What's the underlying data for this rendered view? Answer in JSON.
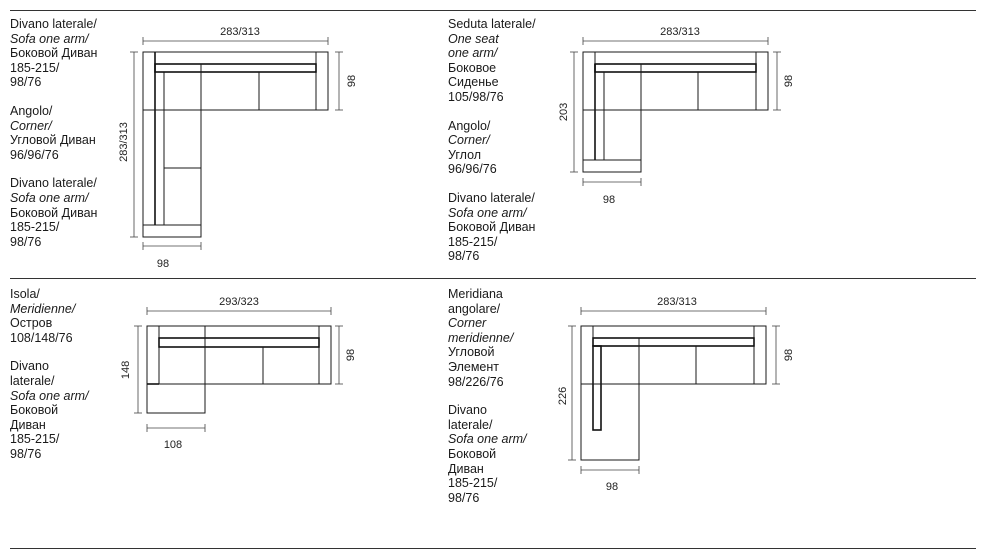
{
  "q1": {
    "items": [
      {
        "it": "Divano laterale/",
        "en": "Sofa one arm/",
        "ru": "Боковой Диван",
        "dims": [
          "185-215/",
          "98/76"
        ]
      },
      {
        "it": "Angolo/",
        "en": "Corner/",
        "ru": "Угловой Диван",
        "dims": [
          "96/96/76"
        ]
      },
      {
        "it": "Divano laterale/",
        "en": "Sofa one arm/",
        "ru": "Боковой Диван",
        "dims": [
          "185-215/",
          "98/76"
        ]
      }
    ],
    "dim_top": "283/313",
    "dim_right": "98",
    "dim_left": "283/313",
    "dim_bottom": "98"
  },
  "q2": {
    "items": [
      {
        "it": "Seduta laterale/",
        "en1": "One seat",
        "en2": "one arm/",
        "ru1": "Боковое",
        "ru2": "Сиденье",
        "dims": [
          "105/98/76"
        ]
      },
      {
        "it": "Angolo/",
        "en": "Corner/",
        "ru": "Углол",
        "dims": [
          "96/96/76"
        ]
      },
      {
        "it": "Divano laterale/",
        "en": "Sofa one arm/",
        "ru": "Боковой Диван",
        "dims": [
          "185-215/",
          "98/76"
        ]
      }
    ],
    "dim_top": "283/313",
    "dim_right": "98",
    "dim_left": "203",
    "dim_bottom": "98"
  },
  "q3": {
    "items": [
      {
        "it": "Isola/",
        "en": "Meridienne/",
        "ru": "Остров",
        "dims": [
          "108/148/76"
        ]
      },
      {
        "it1": "Divano",
        "it2": "laterale/",
        "en": "Sofa one arm/",
        "ru1": "Боковой",
        "ru2": "Диван",
        "dims": [
          "185-215/",
          "98/76"
        ]
      }
    ],
    "dim_top": "293/323",
    "dim_right": "98",
    "dim_left": "148",
    "dim_bottom": "108"
  },
  "q4": {
    "items": [
      {
        "it1": "Meridiana",
        "it2": "angolare/",
        "en1": "Corner",
        "en2": "meridienne/",
        "ru1": "Угловой",
        "ru2": "Элемент",
        "dims": [
          "98/226/76"
        ]
      },
      {
        "it1": "Divano",
        "it2": "laterale/",
        "en": "Sofa one arm/",
        "ru1": "Боковой",
        "ru2": "Диван",
        "dims": [
          "185-215/",
          "98/76"
        ]
      }
    ],
    "dim_top": "283/313",
    "dim_right": "98",
    "dim_left": "226",
    "dim_bottom": "98"
  }
}
